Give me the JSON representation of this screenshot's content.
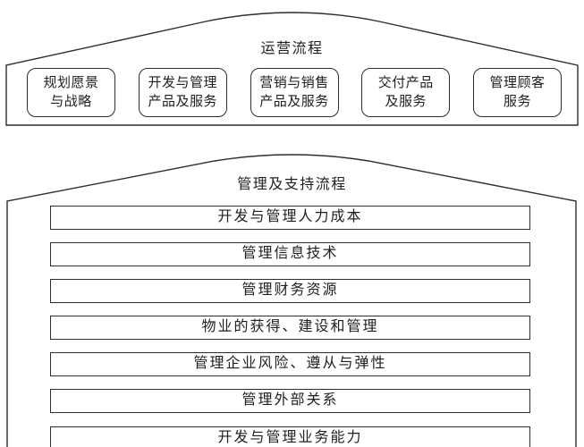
{
  "diagram": {
    "operating": {
      "title": "运营流程",
      "boxes": [
        {
          "line1": "规划愿景",
          "line2": "与战略"
        },
        {
          "line1": "开发与管理",
          "line2": "产品及服务"
        },
        {
          "line1": "营销与销售",
          "line2": "产品及服务"
        },
        {
          "line1": "交付产品",
          "line2": "及服务"
        },
        {
          "line1": "管理顾客",
          "line2": "服务"
        }
      ]
    },
    "support": {
      "title": "管理及支持流程",
      "bars": [
        "开发与管理人力成本",
        "管理信息技术",
        "管理财务资源",
        "物业的获得、建设和管理",
        "管理企业风险、遵从与弹性",
        "管理外部关系",
        "开发与管理业务能力"
      ]
    },
    "colors": {
      "line": "#2d2d2d",
      "text": "#1f1f1f",
      "background": "#ffffff"
    }
  }
}
